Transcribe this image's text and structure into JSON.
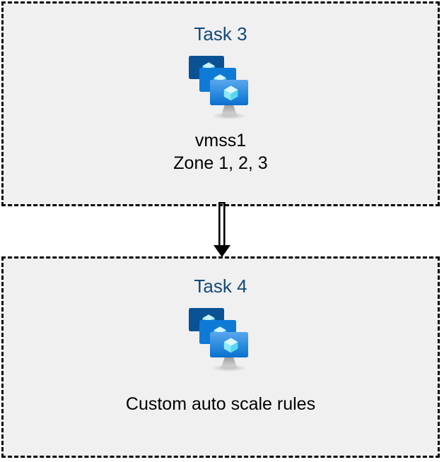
{
  "diagram": {
    "type": "flow",
    "orientation": "vertical",
    "background_color": "#ffffff",
    "box_fill_color": "#f0f0f0",
    "box_border_color": "#000000",
    "box_border_style": "dashed",
    "title_color": "#12497b",
    "caption_color": "#000000",
    "nodes": [
      {
        "id": "task-3",
        "title": "Task 3",
        "icon": "azure-vm-scale-set-icon",
        "caption_lines": [
          "vmss1",
          "Zone 1, 2, 3"
        ]
      },
      {
        "id": "task-4",
        "title": "Task 4",
        "icon": "azure-vm-scale-set-icon",
        "caption_lines": [
          "Custom auto scale rules"
        ]
      }
    ],
    "connector": {
      "name": "double-line-down-arrow",
      "from": "task-3",
      "to": "task-4",
      "color": "#000000"
    }
  },
  "icon_colors": {
    "monitor_back": "#0a5294",
    "monitor_mid": "#0f79d6",
    "monitor_front_top": "#55a2ea",
    "monitor_front_bottom": "#0a72d0",
    "cube_light": "#c3f1fb",
    "cube_mid": "#9beaf7",
    "cube_dark": "#50d7ef",
    "stand": "#b3b3b3"
  }
}
